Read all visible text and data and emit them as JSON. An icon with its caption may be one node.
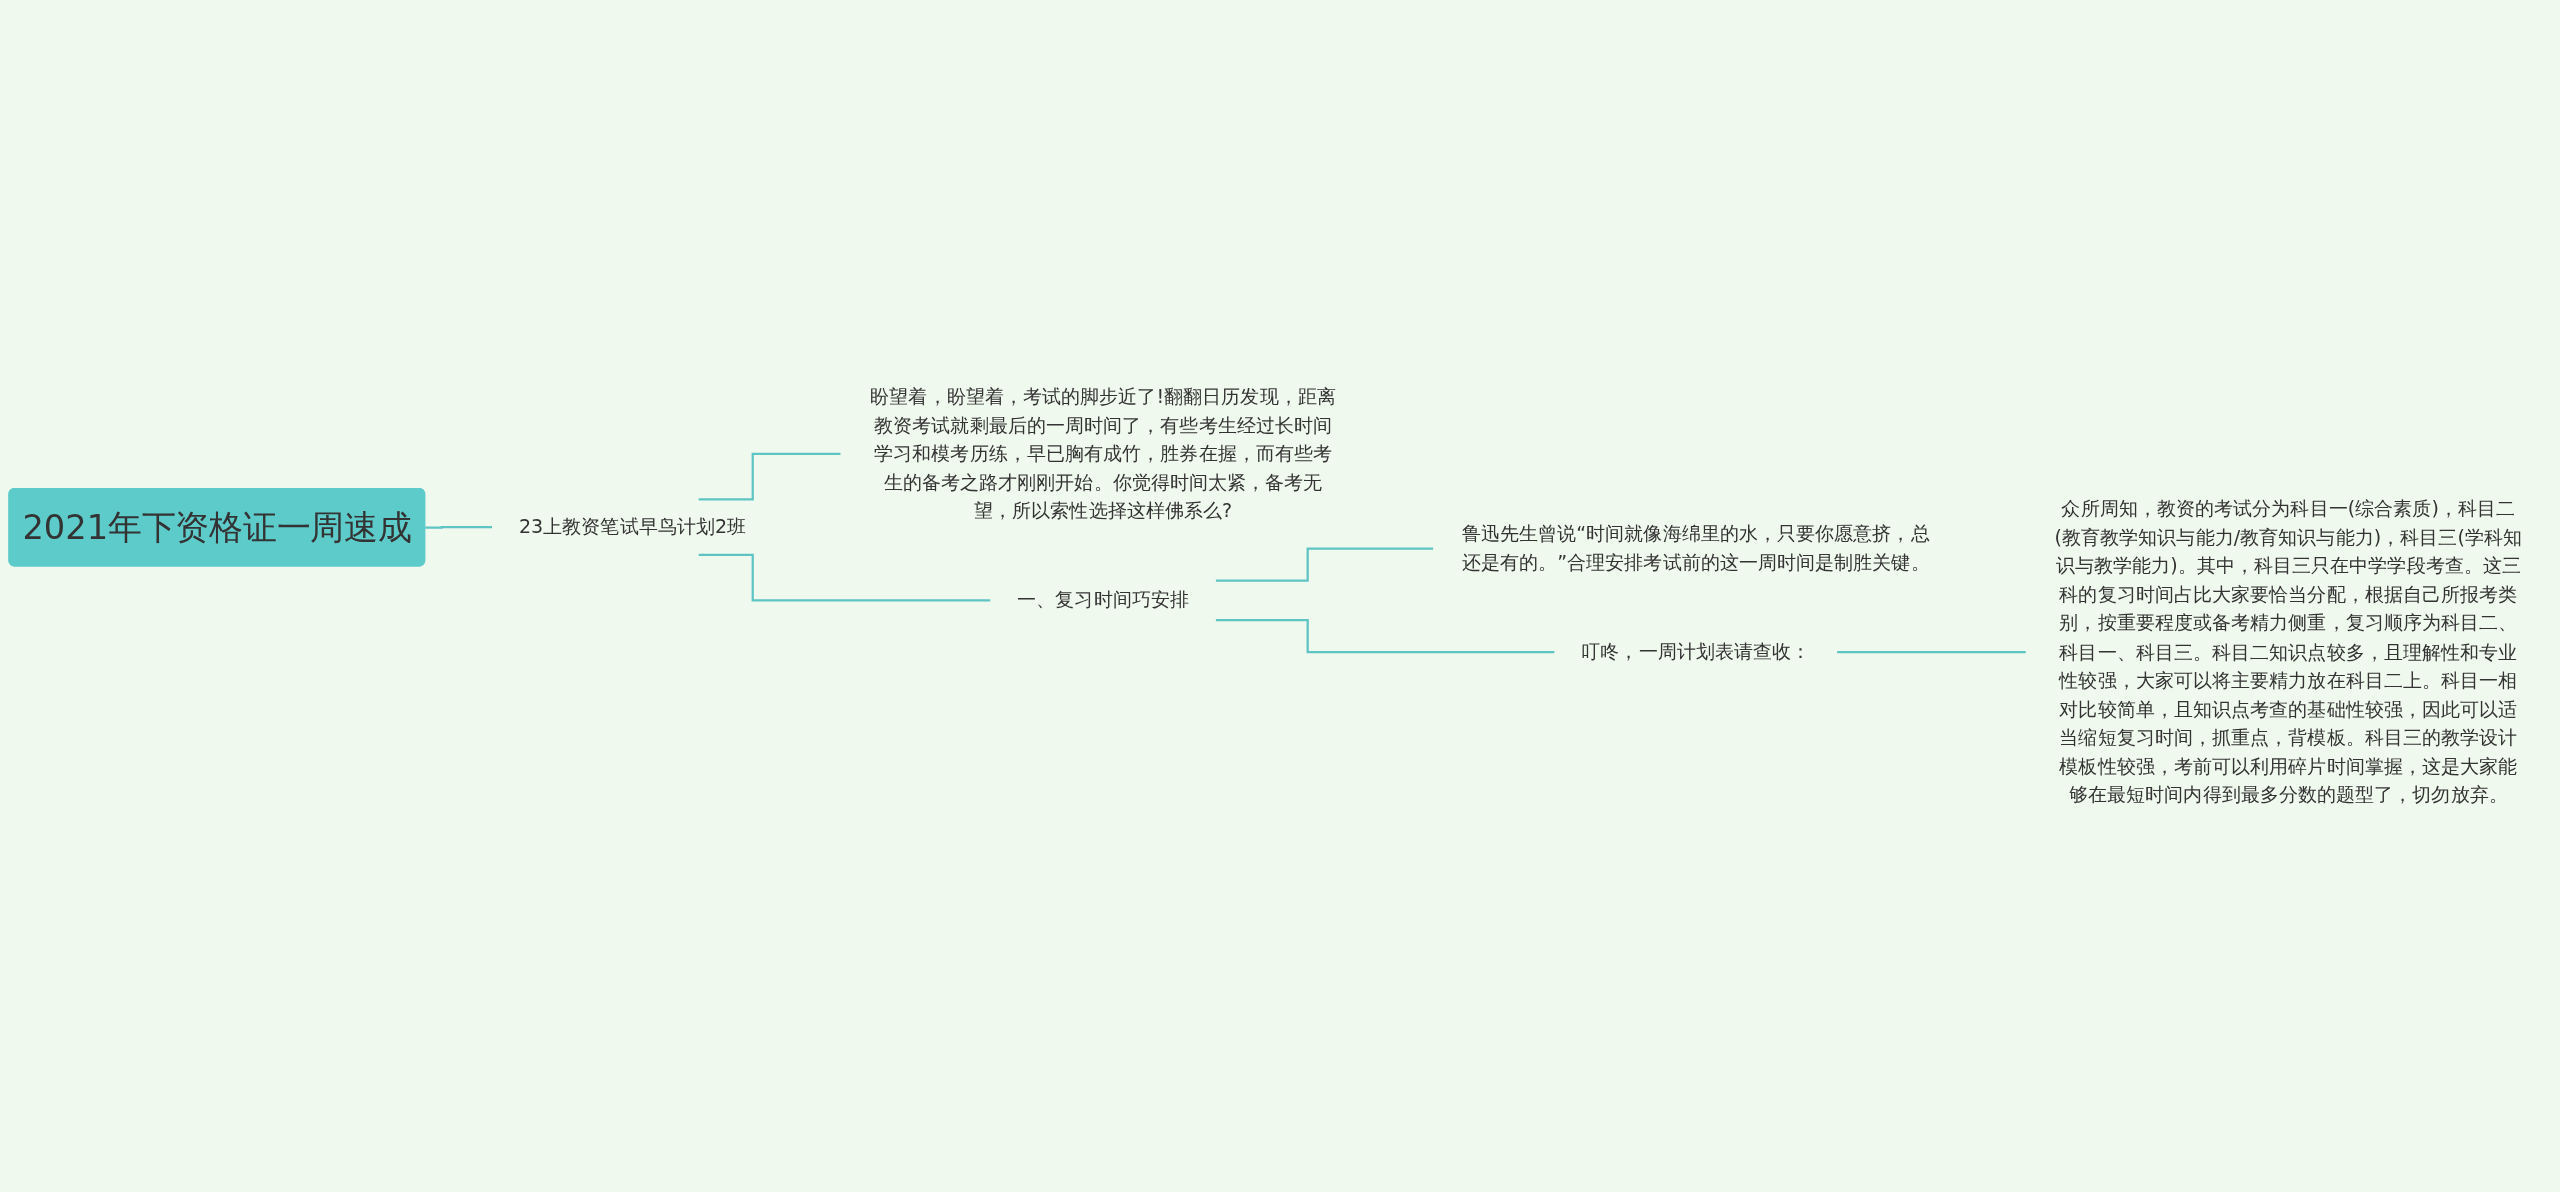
{
  "diagram": {
    "nodes": [
      {
        "text": [
          "2021年下资格证一周速成"
        ]
      },
      {
        "text": [
          "23上教资笔试早鸟计划2班"
        ]
      },
      {
        "text": [
          "盼望着，盼望着，考试的脚步近了!翻翻日历发现，距离教资考试就剩最后的一周时间了，有些考生经过长时间学习和模考历练，早已胸有成竹，胜券在握，而有些考生的备考之路才刚刚开始。你觉得时间太紧，备考无望，所以索性选择这样佛系么?"
        ]
      },
      {
        "text": [
          "一、复习时间巧安排"
        ]
      },
      {
        "text": [
          "鲁迅先生曾说“时间就像海绵里的水，只要你愿意挤，总还是有的。”合理安排考试前的这一周时间是制胜关键。"
        ]
      },
      {
        "text": [
          "叮咚，一周计划表请查收："
        ]
      },
      {
        "text": [
          "众所周知，教资的考试分为科目一(综合素质)，科目二(教育教学知识与能力/教育知识与能力)，科目三(学科知识与教学能力)。其中，科目三只在中学学段考查。这三科的复习时间占比大家要恰当分配，根据自己所报考类别，按重要程度或备考精力侧重，复习顺序为科目二、科目一、科目三。科目二知识点较多，且理解性和专业性较强，大家可以将主要精力放在科目二上。科目一相对比较简单，且知识点考查的基础性较强，因此可以适当缩短复习时间，抓重点，背模板。科目三的教学设计模板性较强，考前可以利用碎片时间掌握，这是大家能够在最短时间内得到最多分数的题型了，切勿放弃。"
        ]
      }
    ],
    "edges": [
      {
        "from": 0,
        "to": 1,
        "arrow": "none"
      },
      {
        "from": 1,
        "to": 2,
        "arrow": "none"
      },
      {
        "from": 1,
        "to": 3,
        "arrow": "none"
      },
      {
        "from": 3,
        "to": 4,
        "arrow": "none"
      },
      {
        "from": 3,
        "to": 5,
        "arrow": "none"
      },
      {
        "from": 5,
        "to": 6,
        "arrow": "none"
      }
    ]
  }
}
